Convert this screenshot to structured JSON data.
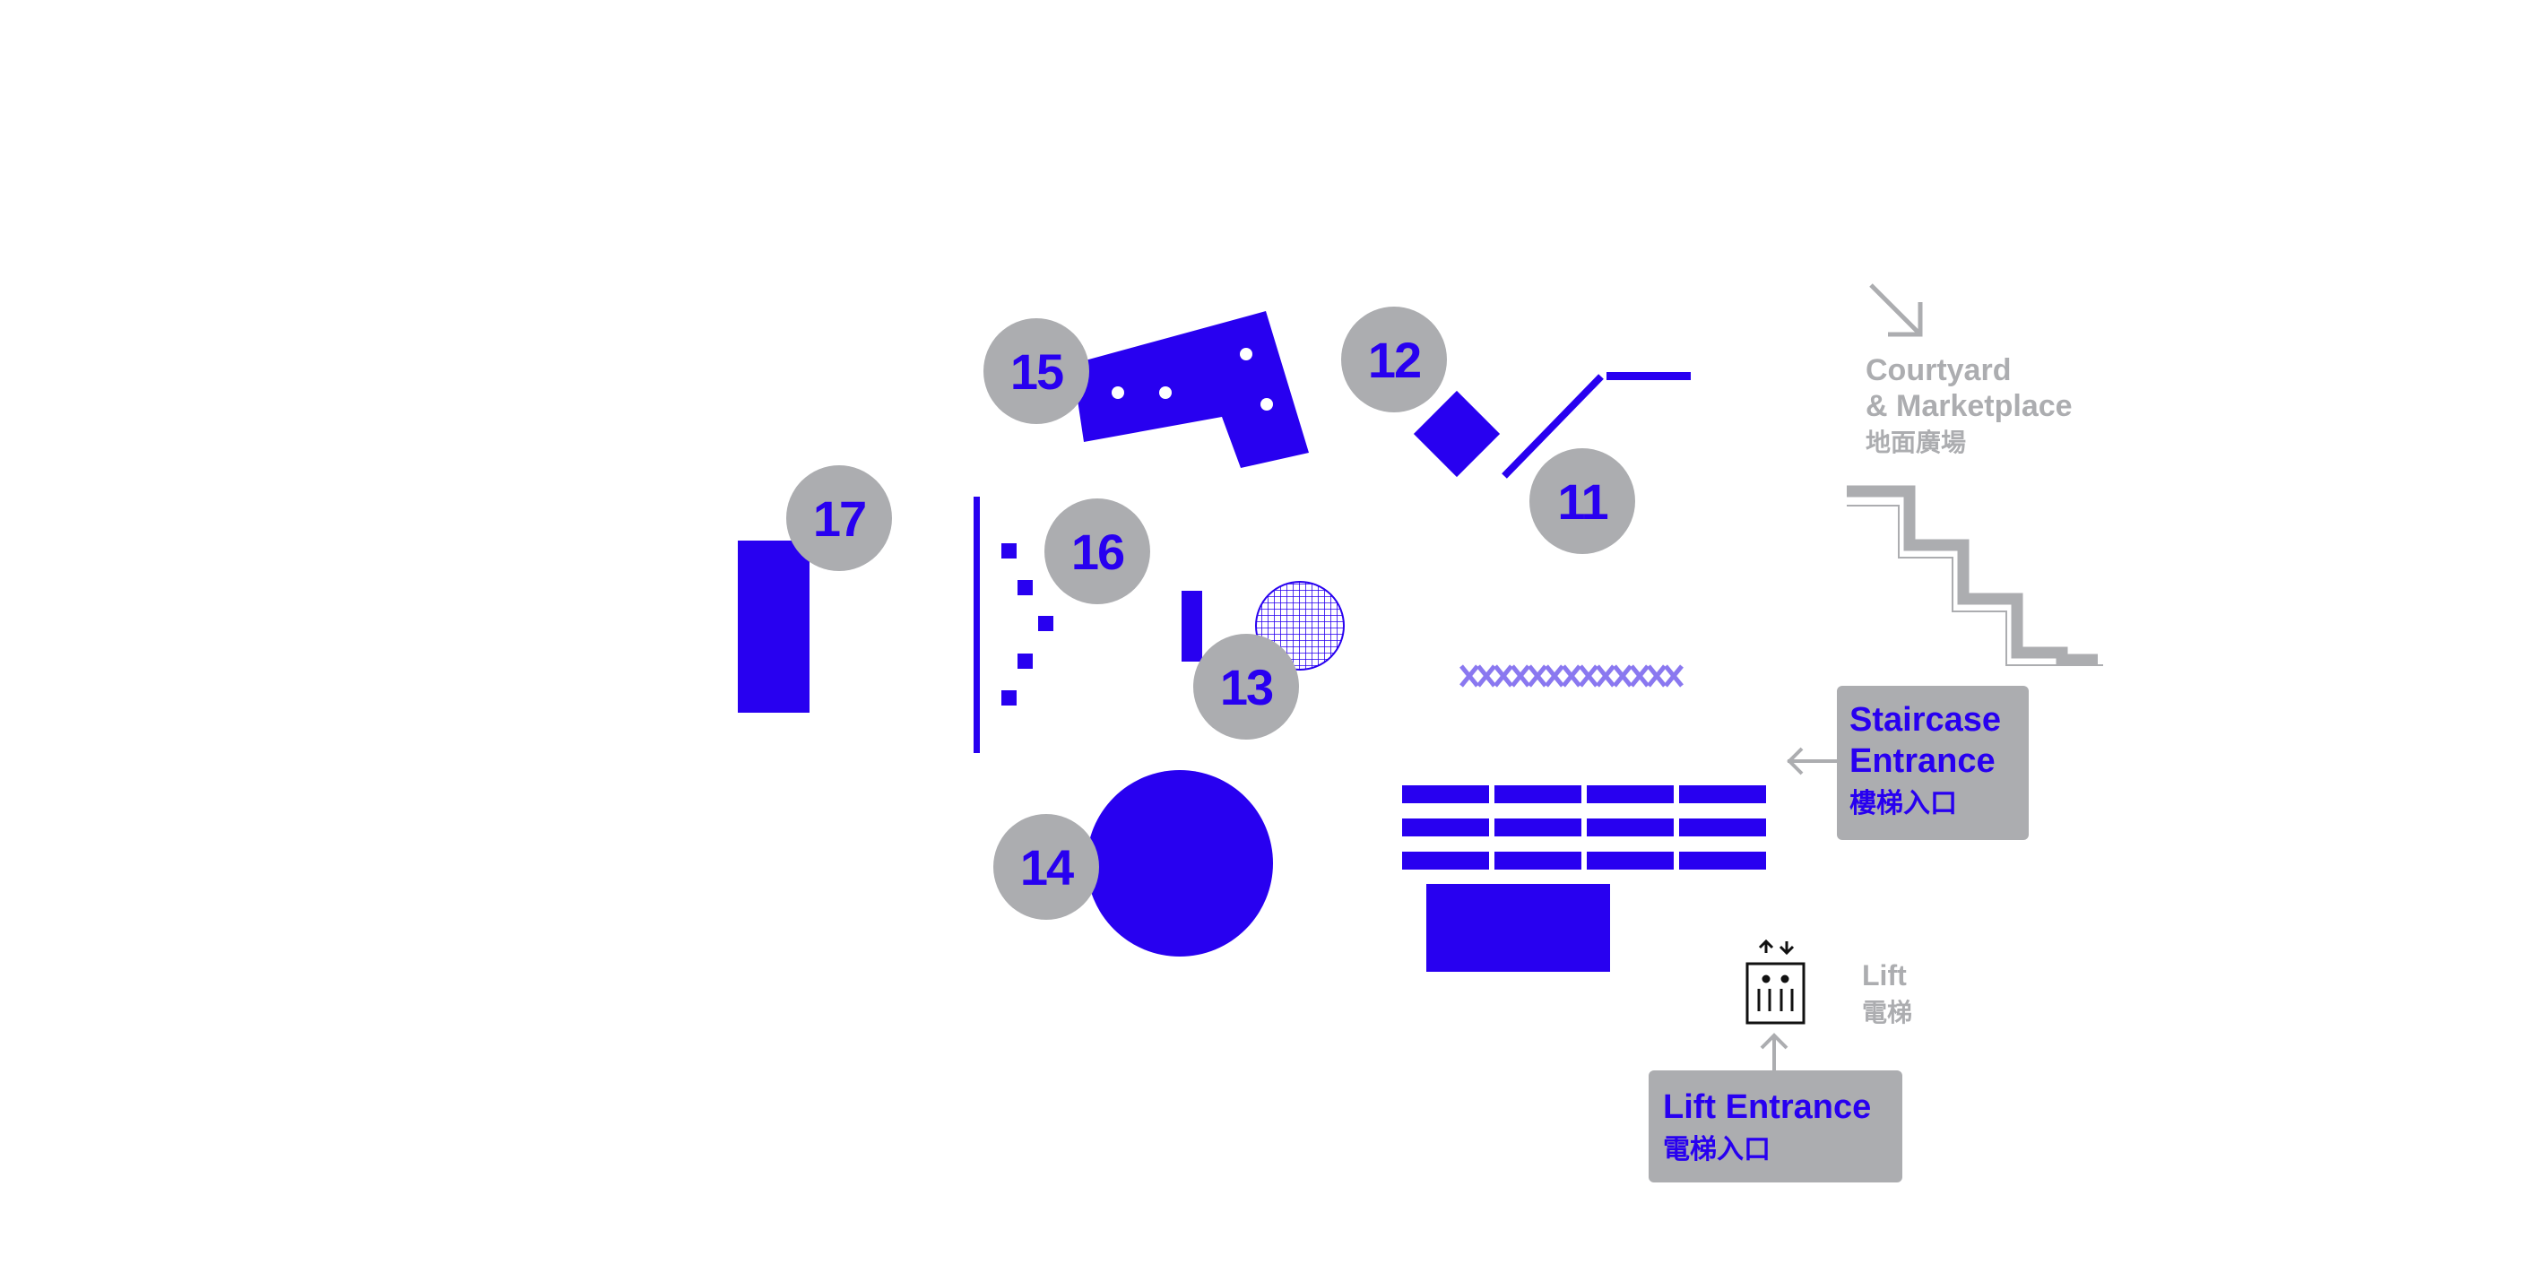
{
  "colors": {
    "exhibit_blue": "#2800f0",
    "marker_grey": "#acadb0",
    "hatch_lavender": "#8a78f0",
    "label_grey": "#acadb0",
    "icon_black": "#111111",
    "background": "#ffffff"
  },
  "markers": [
    {
      "id": "11",
      "label": "11"
    },
    {
      "id": "12",
      "label": "12"
    },
    {
      "id": "13",
      "label": "13"
    },
    {
      "id": "14",
      "label": "14"
    },
    {
      "id": "15",
      "label": "15"
    },
    {
      "id": "16",
      "label": "16"
    },
    {
      "id": "17",
      "label": "17"
    }
  ],
  "courtyard": {
    "line1": "Courtyard",
    "line2": "& Marketplace",
    "zh": "地面廣場",
    "icon": "arrow-down-right-icon"
  },
  "staircase_entrance": {
    "line1": "Staircase",
    "line2": "Entrance",
    "zh": "樓梯入口",
    "icon": "arrow-left-icon"
  },
  "lift": {
    "en": "Lift",
    "zh": "電梯",
    "icon": "lift-icon"
  },
  "lift_entrance": {
    "en": "Lift Entrance",
    "zh": "電梯入口",
    "icon": "arrow-up-icon"
  },
  "staircase_icon": "staircase-icon"
}
